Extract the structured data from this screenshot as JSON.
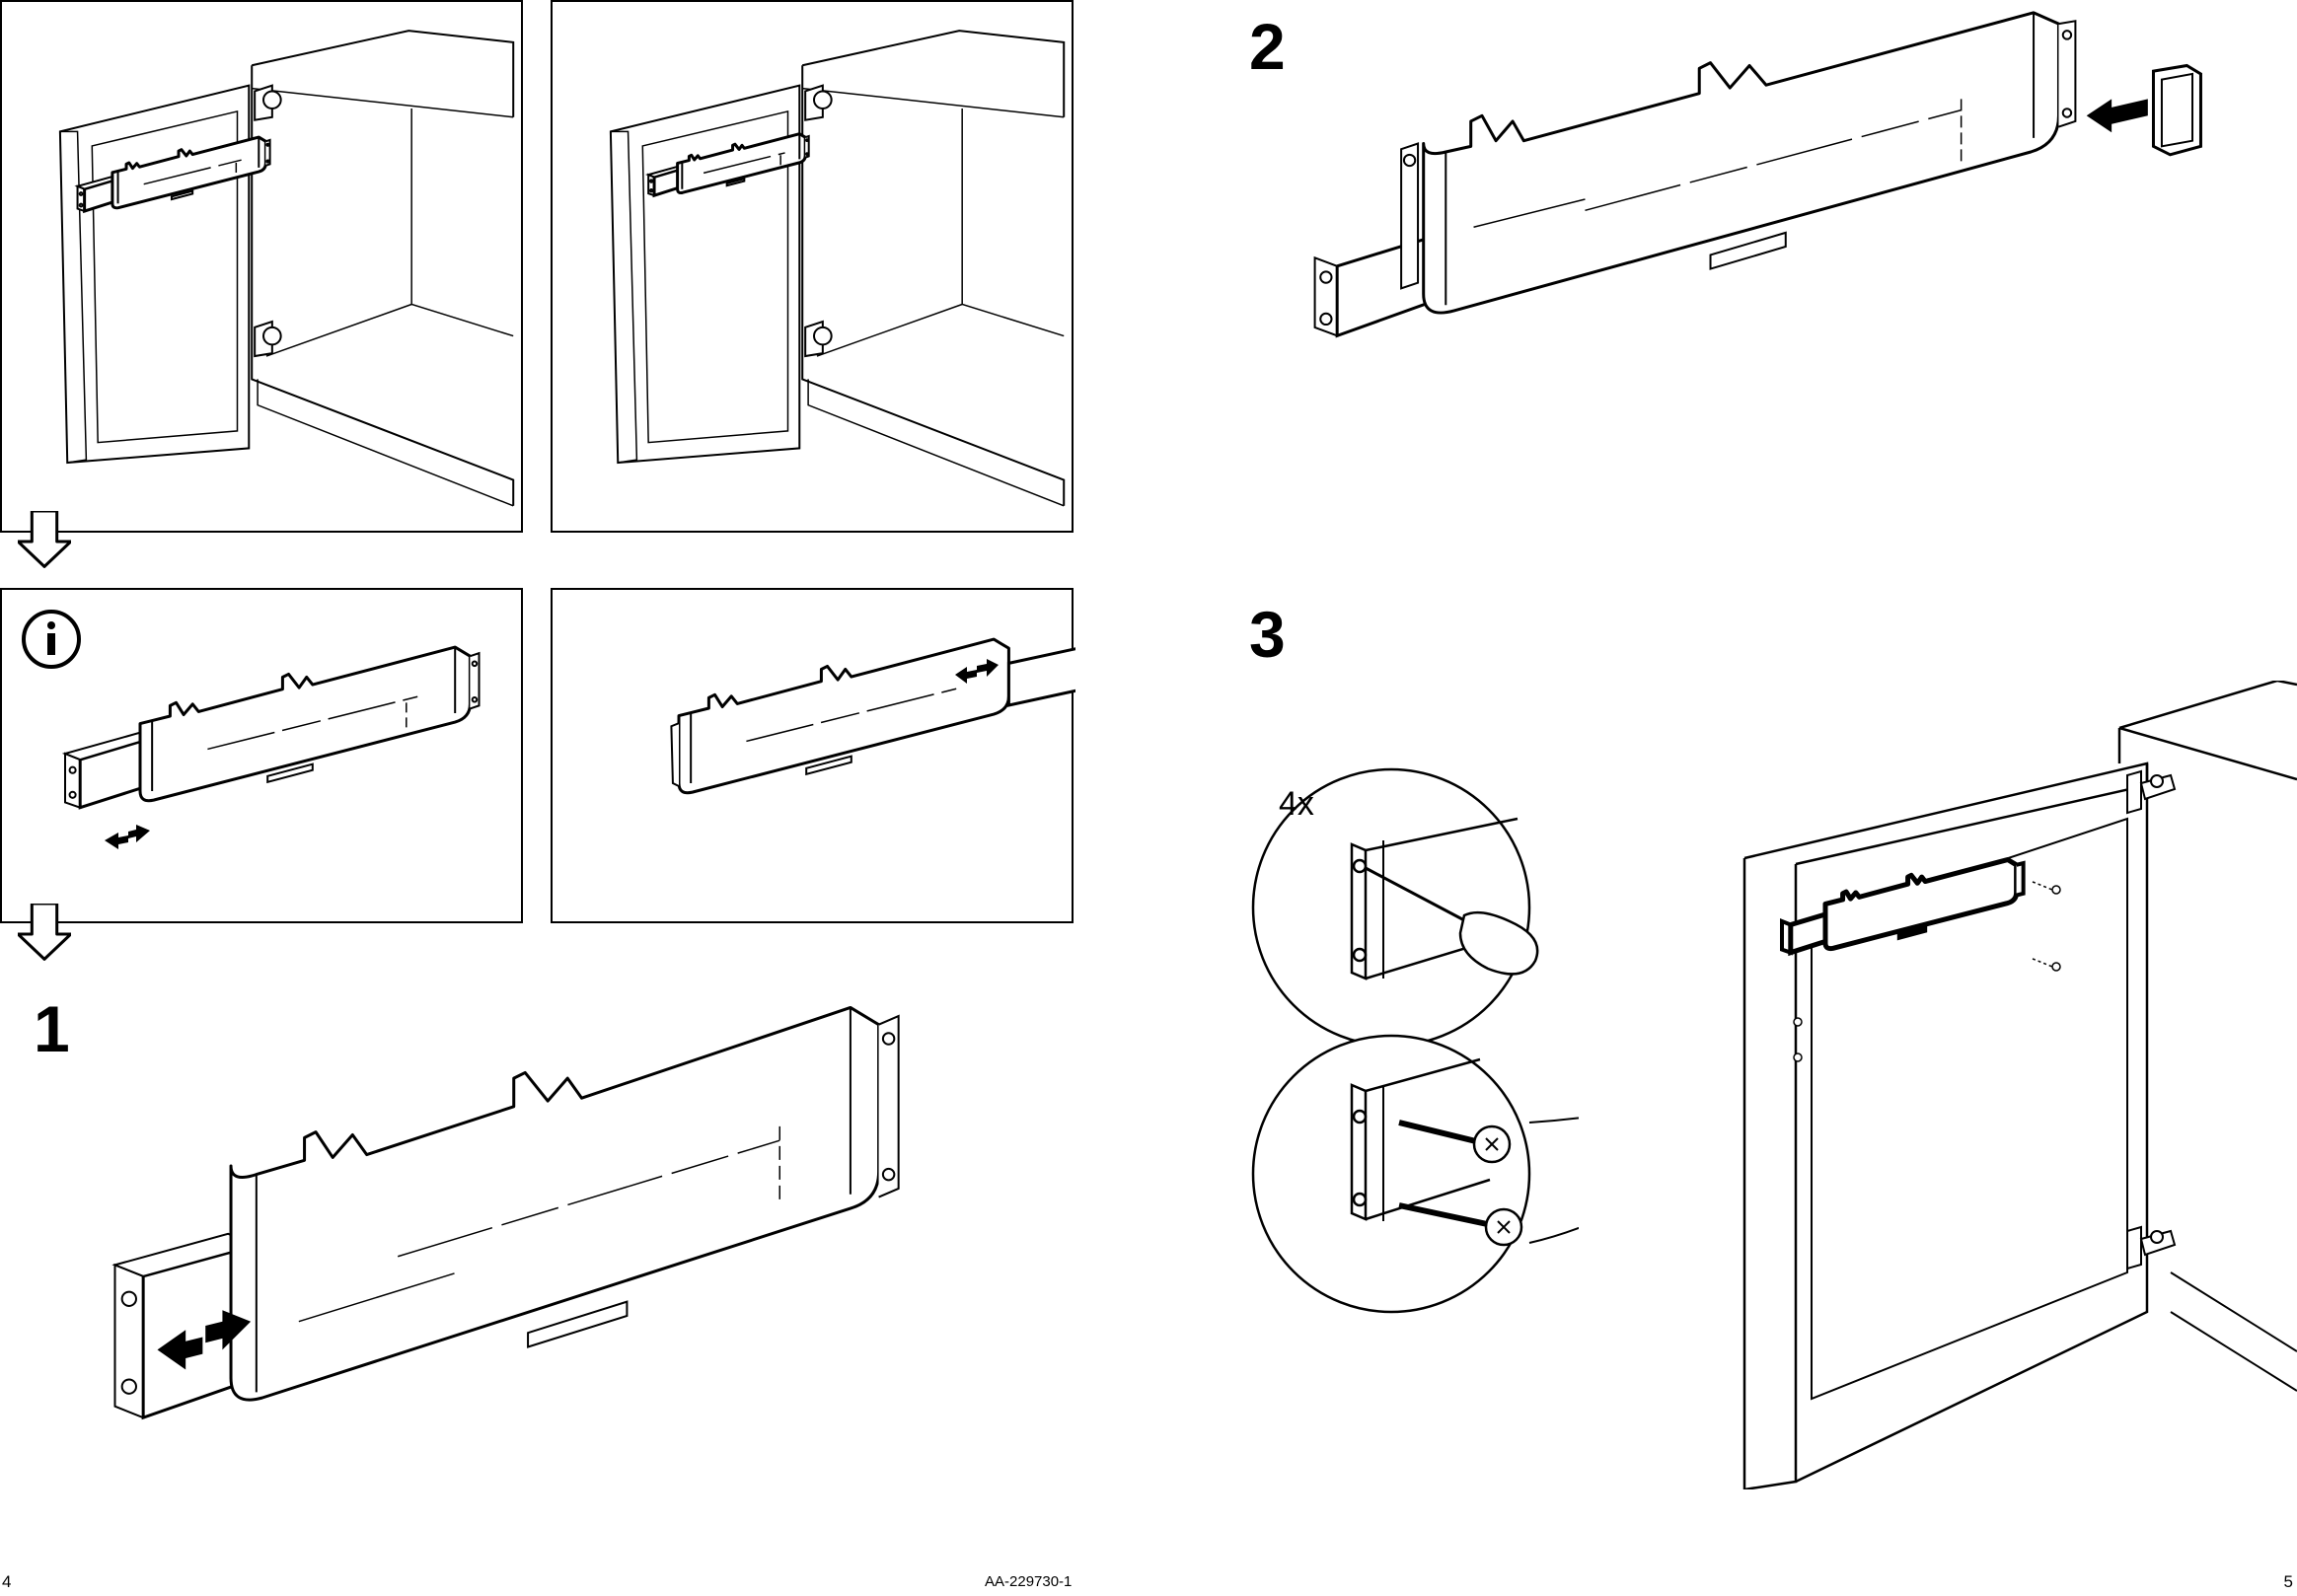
{
  "steps": {
    "step1": "1",
    "step2": "2",
    "step3": "3"
  },
  "step3_detail": {
    "quantity": "4x"
  },
  "footer": {
    "page_left": "4",
    "doc_code": "AA-229730-1",
    "page_right": "5"
  },
  "icons": {
    "info": "info-icon",
    "down_arrow": "down-arrow-icon",
    "slide_arrows": "double-arrow-icon",
    "push_arrow": "push-arrow-icon"
  }
}
